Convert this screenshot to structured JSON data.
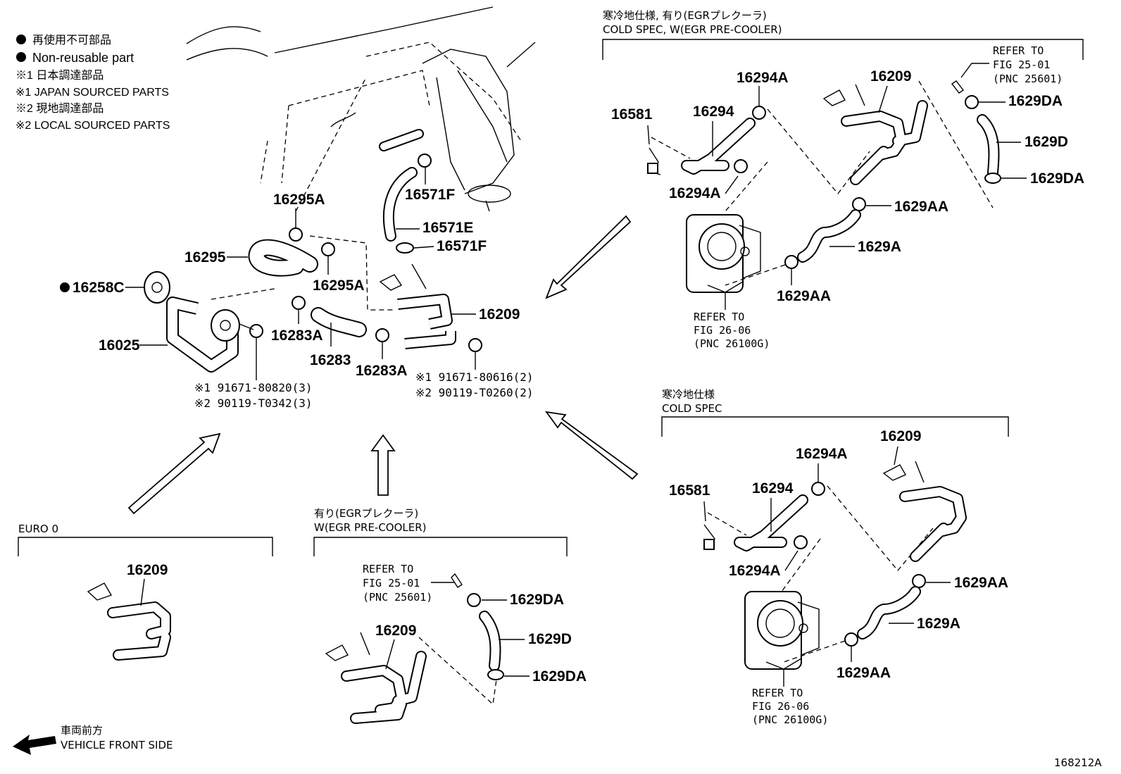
{
  "legend": {
    "non_reusable_jp": "再使用不可部品",
    "non_reusable_en": "Non-reusable part",
    "japan_sourced_jp": "※1 日本調達部品",
    "japan_sourced_en": "※1 JAPAN SOURCED PARTS",
    "local_sourced_jp": "※2 現地調達部品",
    "local_sourced_en": "※2 LOCAL SOURCED PARTS"
  },
  "main": {
    "p16295A_top": "16295A",
    "p16571F_top": "16571F",
    "p16571E": "16571E",
    "p16571F_bottom": "16571F",
    "p16295": "16295",
    "p16258C": "16258C",
    "p16295A_bottom": "16295A",
    "p16209": "16209",
    "p16283A_left": "16283A",
    "p16025": "16025",
    "p16283": "16283",
    "p16283A_right": "16283A",
    "bolt_left_1": "※1 91671-80820(3)",
    "bolt_left_2": "※2 90119-T0342(3)",
    "bolt_right_1": "※1 91671-80616(2)",
    "bolt_right_2": "※2 90119-T0260(2)"
  },
  "cold_egr": {
    "heading_jp": "寒冷地仕様, 有り(EGRプレクーラ)",
    "heading_en": "COLD SPEC, W(EGR PRE-COOLER)",
    "refer_25_1": "REFER TO",
    "refer_25_2": "FIG 25-01",
    "refer_25_3": "(PNC 25601)",
    "p16294A_top": "16294A",
    "p16209": "16209",
    "p1629DA_top": "1629DA",
    "p16581": "16581",
    "p16294": "16294",
    "p1629D": "1629D",
    "p16294A_bottom": "16294A",
    "p1629DA_bottom": "1629DA",
    "p1629AA_top": "1629AA",
    "p1629A": "1629A",
    "p1629AA_bottom": "1629AA",
    "refer_26_1": "REFER TO",
    "refer_26_2": "FIG 26-06",
    "refer_26_3": "(PNC 26100G)"
  },
  "cold": {
    "heading_jp": "寒冷地仕様",
    "heading_en": "COLD SPEC",
    "p16209": "16209",
    "p16294A_top": "16294A",
    "p16581": "16581",
    "p16294": "16294",
    "p16294A_bottom": "16294A",
    "p1629AA_top": "1629AA",
    "p1629A": "1629A",
    "p1629AA_bottom": "1629AA",
    "refer_26_1": "REFER TO",
    "refer_26_2": "FIG 26-06",
    "refer_26_3": "(PNC 26100G)"
  },
  "euro": {
    "heading": "EURO 0",
    "p16209": "16209"
  },
  "egr": {
    "heading_jp": "有り(EGRプレクーラ)",
    "heading_en": "W(EGR PRE-COOLER)",
    "refer_1": "REFER TO",
    "refer_2": "FIG 25-01",
    "refer_3": "(PNC 25601)",
    "p1629DA_top": "1629DA",
    "p16209": "16209",
    "p1629D": "1629D",
    "p1629DA_bottom": "1629DA"
  },
  "footer": {
    "front_jp": "車両前方",
    "front_en": "VEHICLE FRONT SIDE",
    "figure_id": "168212A"
  }
}
